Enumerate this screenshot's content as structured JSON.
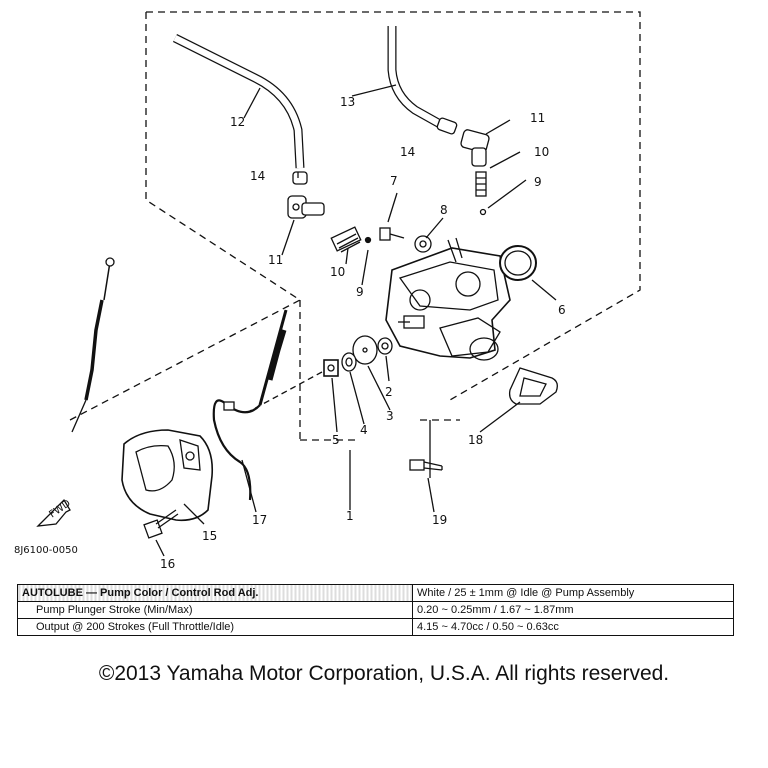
{
  "diagram": {
    "reference_code": "8J6100-0050",
    "fwd_mark": "FWD",
    "callouts": [
      "1",
      "2",
      "3",
      "4",
      "5",
      "6",
      "7",
      "8",
      "9",
      "10",
      "11",
      "12",
      "13",
      "14",
      "15",
      "16",
      "17",
      "18",
      "19",
      "14",
      "11",
      "10",
      "9"
    ]
  },
  "spec_table": {
    "rows": [
      {
        "label": "AUTOLUBE — Pump Color / Control Rod Adj.",
        "value": "White / 25 ± 1mm @ Idle @ Pump Assembly"
      },
      {
        "label": "Pump Plunger Stroke (Min/Max)",
        "value": "0.20 ~ 0.25mm / 1.67 ~ 1.87mm"
      },
      {
        "label": "Output @ 200 Strokes (Full Throttle/Idle)",
        "value": "4.15 ~ 4.70cc / 0.50 ~ 0.63cc"
      }
    ]
  },
  "copyright": "©2013 Yamaha Motor Corporation, U.S.A. All rights reserved."
}
